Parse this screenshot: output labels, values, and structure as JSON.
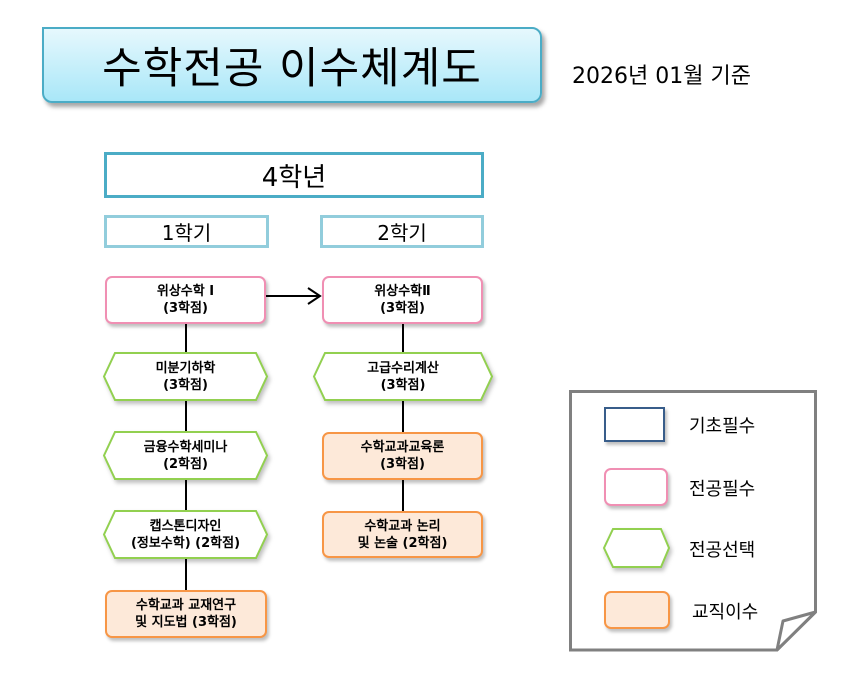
{
  "title": "수학전공 이수체계도",
  "date": "2026년 01월 기준",
  "year": "4학년",
  "semesters": [
    "1학기",
    "2학기"
  ],
  "semester1": [
    {
      "name": "위상수학 I",
      "credits": "(3학점)",
      "type": "major-required"
    },
    {
      "name": "미분기하학",
      "credits": "(3학점)",
      "type": "major-elective"
    },
    {
      "name": "금융수학세미나",
      "credits": "(2학점)",
      "type": "major-elective"
    },
    {
      "name": "캡스톤디자인",
      "credits": "(정보수학) (2학점)",
      "type": "major-elective"
    },
    {
      "name": "수학교과 교재연구",
      "credits": "및 지도법 (3학점)",
      "type": "teaching"
    }
  ],
  "semester2": [
    {
      "name": "위상수학Ⅱ",
      "credits": "(3학점)",
      "type": "major-required"
    },
    {
      "name": "고급수리계산",
      "credits": "(3학점)",
      "type": "major-elective"
    },
    {
      "name": "수학교과교육론",
      "credits": "(3학점)",
      "type": "teaching"
    },
    {
      "name": "수학교과 논리",
      "credits": "및 논술 (2학점)",
      "type": "teaching"
    }
  ],
  "legend": [
    {
      "label": "기초필수",
      "color": "#385d8a"
    },
    {
      "label": "전공필수",
      "color": "#f08fb3"
    },
    {
      "label": "전공선택",
      "color": "#92d050"
    },
    {
      "label": "교직이수",
      "color": "#f79646"
    }
  ]
}
